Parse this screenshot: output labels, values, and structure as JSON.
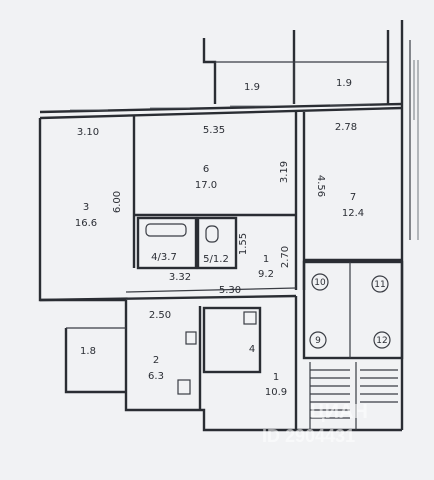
{
  "plan": {
    "balconies": [
      {
        "dim": "1.9"
      },
      {
        "dim": "1.9"
      }
    ],
    "rooms": [
      {
        "num": "3",
        "area": "16.6",
        "dims": [
          "3.10",
          "6.00"
        ]
      },
      {
        "num": "6",
        "area": "17.0",
        "dims": [
          "5.35",
          "3.19"
        ]
      },
      {
        "num": "7",
        "area": "12.4",
        "dims": [
          "2.78",
          "4.56"
        ]
      },
      {
        "num": "1",
        "area": "9.2",
        "dims": [
          "1.55",
          "2.70",
          "3.32",
          "5.30"
        ]
      },
      {
        "num": "2",
        "area": "6.3",
        "dims": [
          "2.50"
        ]
      },
      {
        "num": "1",
        "area": "10.9",
        "dims": []
      }
    ],
    "bath": {
      "label": "4",
      "area": "3.7"
    },
    "wc": {
      "label": "5",
      "area": "1.2"
    },
    "small_room": {
      "label": "4"
    },
    "side_dim": "1.8",
    "stair_labels": [
      "10",
      "11",
      "9",
      "12"
    ],
    "watermark": {
      "brand": "ЦИАН",
      "id": "ID 2904431"
    }
  }
}
